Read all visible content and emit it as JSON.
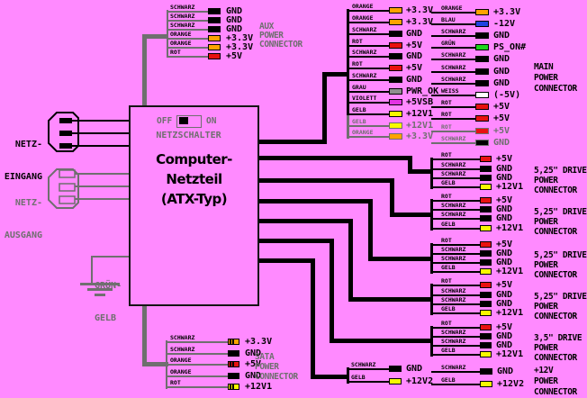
{
  "palette": {
    "background": "#ff8aff",
    "ink": "#000000",
    "muted": "#6f6f6f"
  },
  "wire_colors": {
    "black": "#000000",
    "orange": "#ffa200",
    "red": "#e81010",
    "yellow": "#f8f800",
    "blue": "#2042e0",
    "green": "#1ed41e",
    "gray": "#8f8f8f",
    "violet": "#e332e3",
    "white": "#ffffff"
  },
  "psu": {
    "switch_off": "OFF",
    "switch_on": "ON",
    "switch_label": "NETZSCHALTER",
    "title_lines": [
      "Computer-",
      "Netzteil",
      "(ATX-Typ)"
    ]
  },
  "mains": {
    "input_label": [
      "NETZ-",
      "EINGANG"
    ],
    "output_label": [
      "NETZ-",
      "AUSGANG"
    ],
    "ground_label": [
      "GRÜN-",
      "GELB"
    ]
  },
  "connectors": [
    {
      "id": "aux",
      "style": "gray",
      "caption": [
        "AUX",
        "POWER",
        "CONNECTOR"
      ],
      "rows": [
        {
          "wire": "SCHWARZ",
          "color": "black",
          "signal": "GND"
        },
        {
          "wire": "SCHWARZ",
          "color": "black",
          "signal": "GND"
        },
        {
          "wire": "SCHWARZ",
          "color": "black",
          "signal": "GND"
        },
        {
          "wire": "ORANGE",
          "color": "orange",
          "signal": "+3.3V"
        },
        {
          "wire": "ORANGE",
          "color": "orange",
          "signal": "+3.3V"
        },
        {
          "wire": "ROT",
          "color": "red",
          "signal": "+5V"
        }
      ]
    },
    {
      "id": "main_left",
      "style": "black",
      "caption": [],
      "rows": [
        {
          "wire": "ORANGE",
          "color": "orange",
          "signal": "+3.3V"
        },
        {
          "wire": "ORANGE",
          "color": "orange",
          "signal": "+3.3V"
        },
        {
          "wire": "SCHWARZ",
          "color": "black",
          "signal": "GND"
        },
        {
          "wire": "ROT",
          "color": "red",
          "signal": "+5V"
        },
        {
          "wire": "SCHWARZ",
          "color": "black",
          "signal": "GND"
        },
        {
          "wire": "ROT",
          "color": "red",
          "signal": "+5V"
        },
        {
          "wire": "SCHWARZ",
          "color": "black",
          "signal": "GND"
        },
        {
          "wire": "GRAU",
          "color": "gray",
          "signal": "PWR_OK"
        },
        {
          "wire": "VIOLETT",
          "color": "violet",
          "signal": "+5VSB"
        },
        {
          "wire": "GELB",
          "color": "yellow",
          "signal": "+12V1"
        },
        {
          "wire": "GELB",
          "color": "yellow",
          "signal": "+12V1",
          "muted": true
        },
        {
          "wire": "ORANGE",
          "color": "orange",
          "signal": "+3.3V",
          "muted": true
        }
      ]
    },
    {
      "id": "main_right",
      "style": "black",
      "caption": [
        "MAIN",
        "POWER",
        "CONNECTOR"
      ],
      "rows": [
        {
          "wire": "ORANGE",
          "color": "orange",
          "signal": "+3.3V"
        },
        {
          "wire": "BLAU",
          "color": "blue",
          "signal": "-12V"
        },
        {
          "wire": "SCHWARZ",
          "color": "black",
          "signal": "GND"
        },
        {
          "wire": "GRÜN",
          "color": "green",
          "signal": "PS_ON#"
        },
        {
          "wire": "SCHWARZ",
          "color": "black",
          "signal": "GND"
        },
        {
          "wire": "SCHWARZ",
          "color": "black",
          "signal": "GND"
        },
        {
          "wire": "SCHWARZ",
          "color": "black",
          "signal": "GND"
        },
        {
          "wire": "WEISS",
          "color": "white",
          "signal": "(-5V)"
        },
        {
          "wire": "ROT",
          "color": "red",
          "signal": "+5V"
        },
        {
          "wire": "ROT",
          "color": "red",
          "signal": "+5V"
        },
        {
          "wire": "ROT",
          "color": "red",
          "signal": "+5V",
          "muted": true
        },
        {
          "wire": "SCHWARZ",
          "color": "black",
          "signal": "GND",
          "muted": true
        }
      ]
    },
    {
      "id": "drive1",
      "style": "black",
      "caption": [
        "5,25\" DRIVE",
        "POWER",
        "CONNECTOR"
      ],
      "rows": [
        {
          "wire": "ROT",
          "color": "red",
          "signal": "+5V"
        },
        {
          "wire": "SCHWARZ",
          "color": "black",
          "signal": "GND"
        },
        {
          "wire": "SCHWARZ",
          "color": "black",
          "signal": "GND"
        },
        {
          "wire": "GELB",
          "color": "yellow",
          "signal": "+12V1"
        }
      ]
    },
    {
      "id": "drive2",
      "style": "black",
      "caption": [
        "5,25\" DRIVE",
        "POWER",
        "CONNECTOR"
      ],
      "rows": [
        {
          "wire": "ROT",
          "color": "red",
          "signal": "+5V"
        },
        {
          "wire": "SCHWARZ",
          "color": "black",
          "signal": "GND"
        },
        {
          "wire": "SCHWARZ",
          "color": "black",
          "signal": "GND"
        },
        {
          "wire": "GELB",
          "color": "yellow",
          "signal": "+12V1"
        }
      ]
    },
    {
      "id": "drive3",
      "style": "black",
      "caption": [
        "5,25\" DRIVE",
        "POWER",
        "CONNECTOR"
      ],
      "rows": [
        {
          "wire": "ROT",
          "color": "red",
          "signal": "+5V"
        },
        {
          "wire": "SCHWARZ",
          "color": "black",
          "signal": "GND"
        },
        {
          "wire": "SCHWARZ",
          "color": "black",
          "signal": "GND"
        },
        {
          "wire": "GELB",
          "color": "yellow",
          "signal": "+12V1"
        }
      ]
    },
    {
      "id": "drive4",
      "style": "black",
      "caption": [
        "5,25\" DRIVE",
        "POWER",
        "CONNECTOR"
      ],
      "rows": [
        {
          "wire": "ROT",
          "color": "red",
          "signal": "+5V"
        },
        {
          "wire": "SCHWARZ",
          "color": "black",
          "signal": "GND"
        },
        {
          "wire": "SCHWARZ",
          "color": "black",
          "signal": "GND"
        },
        {
          "wire": "GELB",
          "color": "yellow",
          "signal": "+12V1"
        }
      ]
    },
    {
      "id": "drive35",
      "style": "black",
      "caption": [
        "3,5\" DRIVE",
        "POWER",
        "CONNECTOR"
      ],
      "rows": [
        {
          "wire": "ROT",
          "color": "red",
          "signal": "+5V"
        },
        {
          "wire": "SCHWARZ",
          "color": "black",
          "signal": "GND"
        },
        {
          "wire": "SCHWARZ",
          "color": "black",
          "signal": "GND"
        },
        {
          "wire": "GELB",
          "color": "yellow",
          "signal": "+12V1"
        }
      ]
    },
    {
      "id": "sata",
      "style": "gray",
      "striped": true,
      "caption": [
        "SATA",
        "POWER",
        "CONNECTOR"
      ],
      "rows": [
        {
          "wire": "SCHWARZ",
          "color": "orange",
          "signal": "+3.3V"
        },
        {
          "wire": "SCHWARZ",
          "color": "black",
          "signal": "GND"
        },
        {
          "wire": "ORANGE",
          "color": "red",
          "signal": "+5V"
        },
        {
          "wire": "ORANGE",
          "color": "black",
          "signal": "GND"
        },
        {
          "wire": "ROT",
          "color": "yellow",
          "signal": "+12V1"
        }
      ]
    },
    {
      "id": "p12v_left",
      "style": "black",
      "caption": [],
      "rows": [
        {
          "wire": "SCHWARZ",
          "color": "black",
          "signal": "GND"
        },
        {
          "wire": "GELB",
          "color": "yellow",
          "signal": "+12V2"
        }
      ]
    },
    {
      "id": "p12v_right",
      "style": "black",
      "caption": [
        "+12V",
        "POWER",
        "CONNECTOR"
      ],
      "rows": [
        {
          "wire": "SCHWARZ",
          "color": "black",
          "signal": "GND"
        },
        {
          "wire": "GELB",
          "color": "yellow",
          "signal": "+12V2"
        }
      ]
    }
  ]
}
